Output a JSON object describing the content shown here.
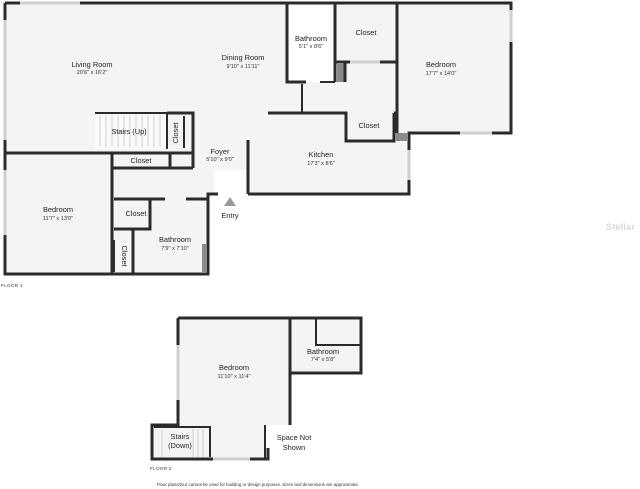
{
  "floor1": {
    "label": "FLOOR 1",
    "rooms": {
      "living_room": {
        "name": "Living Room",
        "dims": "20'6\" x 16'2\""
      },
      "dining_room": {
        "name": "Dining Room",
        "dims": "9'10\" x 11'11\""
      },
      "bathroom_top": {
        "name": "Bathroom",
        "dims": "5'1\" x 8'6\""
      },
      "closet_top": {
        "name": "Closet"
      },
      "bedroom_right": {
        "name": "Bedroom",
        "dims": "17'7\" x 14'0\""
      },
      "stairs_up": {
        "name": "Stairs (Up)"
      },
      "closet_vertical": {
        "name": "Closet"
      },
      "closet_foyer": {
        "name": "Closet"
      },
      "foyer": {
        "name": "Foyer",
        "dims": "5'10\" x 9'0\""
      },
      "closet_kitchen": {
        "name": "Closet"
      },
      "kitchen": {
        "name": "Kitchen",
        "dims": "17'3\" x 8'6\""
      },
      "bedroom_left": {
        "name": "Bedroom",
        "dims": "11'7\" x 13'0\""
      },
      "closet_hall": {
        "name": "Closet"
      },
      "bathroom_lower": {
        "name": "Bathroom",
        "dims": "7'9\" x 7'10\""
      },
      "closet_lower_vertical": {
        "name": "Closet"
      }
    },
    "entry": {
      "name": "Entry"
    }
  },
  "floor2": {
    "label": "FLOOR 2",
    "rooms": {
      "bedroom": {
        "name": "Bedroom",
        "dims": "11'10\" x 11'4\""
      },
      "bathroom": {
        "name": "Bathroom",
        "dims": "7'4\" x 5'8\""
      },
      "stairs_down_line1": "Stairs",
      "stairs_down_line2": "(Down)",
      "space_not_shown_line1": "Space Not",
      "space_not_shown_line2": "Shown"
    }
  },
  "watermark": "Stellar",
  "disclaimer": "Floor plans/tour cannot be used for building or design purposes. Sizes and dimensions are approximate."
}
